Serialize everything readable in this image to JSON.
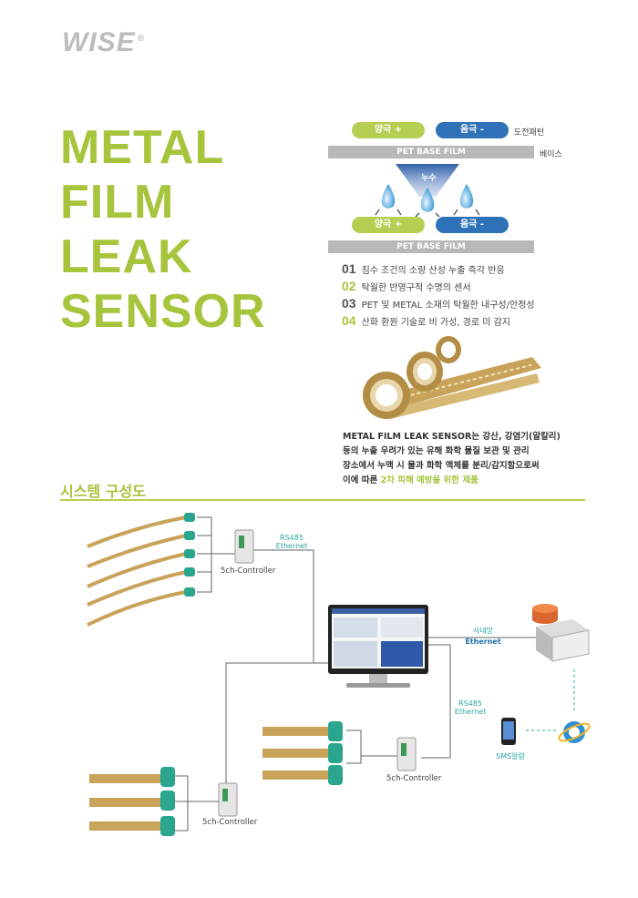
{
  "brand": {
    "logo": "WISE",
    "registered": "®"
  },
  "title": {
    "lines": [
      "METAL",
      "FILM",
      "LEAK",
      "SENSOR"
    ]
  },
  "diagram": {
    "anode": "양극 +",
    "cathode": "음극 -",
    "conductive_pattern": "도전패턴",
    "film": "PET BASE FILM",
    "base": "베이스",
    "leak": "누수"
  },
  "features": [
    {
      "num": "01",
      "text": "침수 조건의 소량 산성 누출 즉각 반응",
      "color": "#555555"
    },
    {
      "num": "02",
      "text": "탁월한 반영구적 수명의 센서",
      "color": "#a6c43c"
    },
    {
      "num": "03",
      "text": "PET 및 METAL 소재의 탁월한 내구성/안정성",
      "color": "#555555"
    },
    {
      "num": "04",
      "text": "산화 환원 기술로 비 가성, 경로 미 감지",
      "color": "#a6c43c"
    }
  ],
  "description": {
    "line1": "METAL FILM LEAK SENSOR는 강산, 강염기(알칼리)",
    "line2": "등의 누출 우려가 있는 유해 화학 물질 보관 및 관리",
    "line3": "장소에서 누액 시 물과 화학 액체를 분리/감지함으로써",
    "line4_pre": "이에 따른 ",
    "line4_hl": "2차 피해 예방을 위한 제품"
  },
  "system": {
    "title": "시스템 구성도",
    "controller_label": "5ch-Controller",
    "rs485": "RS485",
    "ethernet": "Ethernet",
    "intranet": "사내망",
    "sms": "SMS알람"
  },
  "colors": {
    "accent": "#a6c43c",
    "blue": "#2f72b8",
    "teal": "#2aa7a0"
  }
}
